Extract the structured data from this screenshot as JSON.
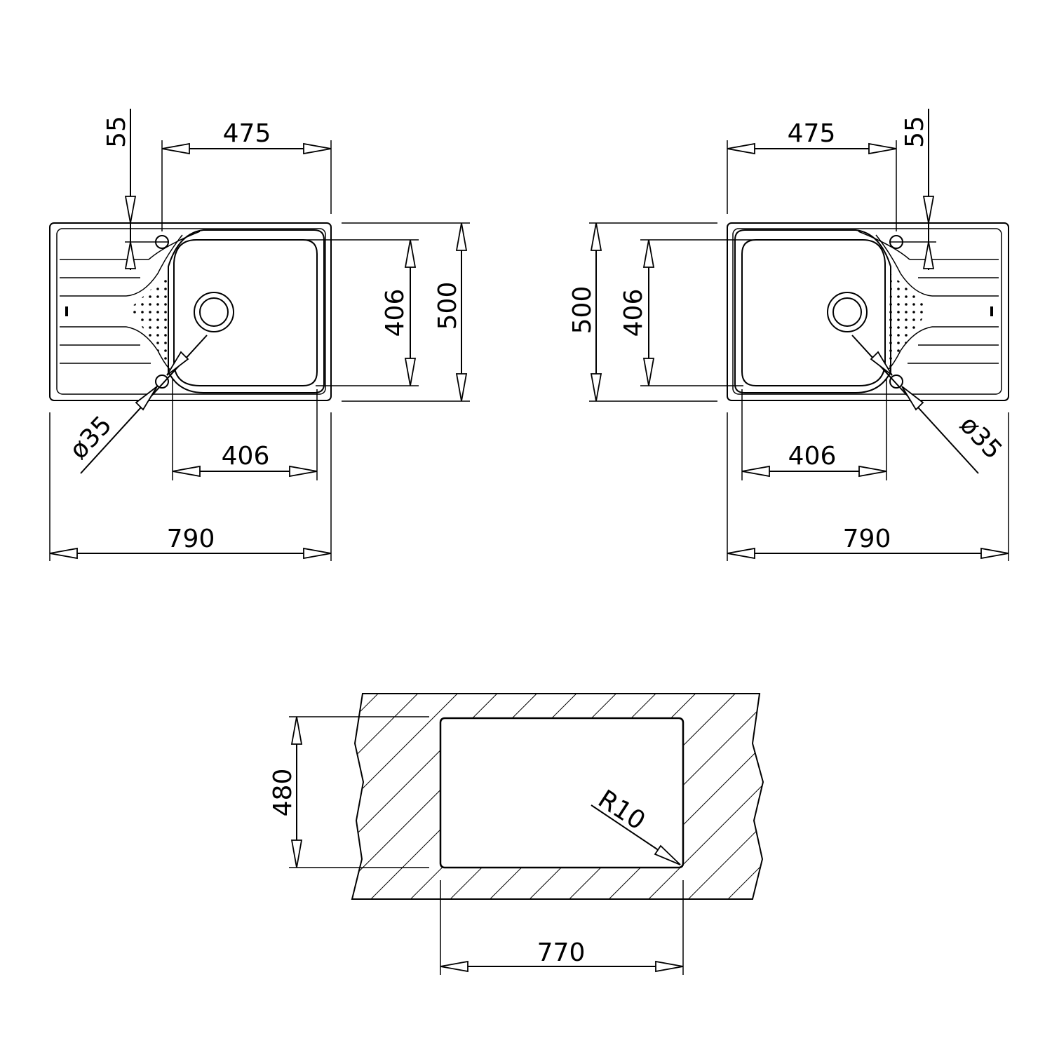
{
  "left_sink": {
    "dim_top_width": "475",
    "dim_tap_offset": "55",
    "dim_bowl_height": "406",
    "dim_total_height": "500",
    "dim_drain_diameter": "ø35",
    "dim_bowl_width": "406",
    "dim_total_width": "790"
  },
  "right_sink": {
    "dim_top_width": "475",
    "dim_tap_offset": "55",
    "dim_bowl_height": "406",
    "dim_total_height": "500",
    "dim_drain_diameter": "ø35",
    "dim_bowl_width": "406",
    "dim_total_width": "790"
  },
  "cutout": {
    "dim_height": "480",
    "dim_width": "770",
    "dim_radius": "R10"
  },
  "colors": {
    "line": "#000000",
    "background": "#ffffff"
  }
}
